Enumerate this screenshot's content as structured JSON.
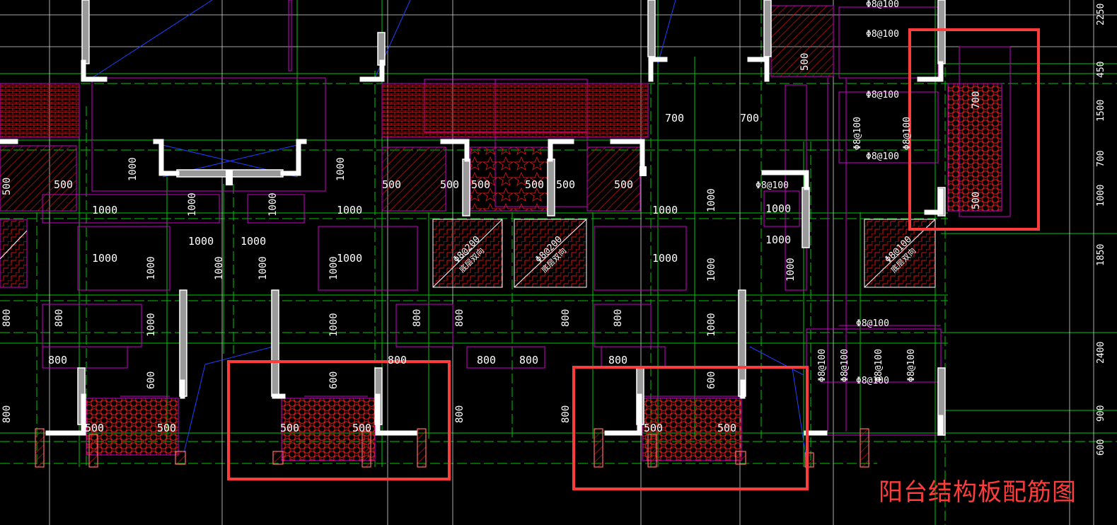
{
  "caption": "阳台结构板配筋图",
  "colors": {
    "background": "#000000",
    "grid": "#00d000",
    "dimension_line": "#d000d0",
    "wall": "#999999",
    "wall_edge": "#ffffff",
    "hatch": "#cc1010",
    "highlight": "#ff3b3b",
    "axis": "#2040ff"
  },
  "dims": {
    "d500": "500",
    "d600": "600",
    "d700": "700",
    "d800": "800",
    "d1000": "1000"
  },
  "rebar": {
    "r100": "Φ8@100",
    "r200": "Φ8@200"
  },
  "notes": {
    "bottom_rebar": "底层双向"
  },
  "scale": [
    "2250",
    "450",
    "1500",
    "700",
    "1000",
    "1850",
    "2400",
    "900",
    "600"
  ]
}
